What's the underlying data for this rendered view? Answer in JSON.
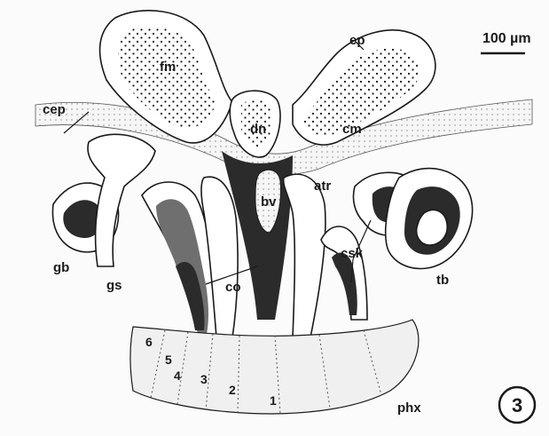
{
  "figure": {
    "number": "3",
    "scale_bar": "100 µm",
    "labels": {
      "ep": "ep",
      "fm": "fm",
      "dn": "dn",
      "cep": "cep",
      "cm": "cm",
      "bv": "bv",
      "atr": "atr",
      "gb": "gb",
      "gs": "gs",
      "co": "co",
      "csk": "csk",
      "tb": "tb",
      "phx": "phx"
    },
    "zones": [
      "1",
      "2",
      "3",
      "4",
      "5",
      "6"
    ]
  }
}
